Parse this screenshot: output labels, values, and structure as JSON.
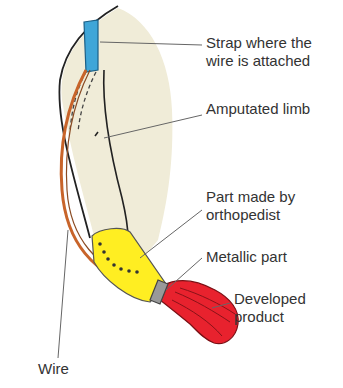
{
  "diagram": {
    "labels": [
      "Strap where the wire is attached",
      "Amputated limb",
      "Part made by orthopedist",
      "Metallic part",
      "Developed product",
      "Wire"
    ]
  }
}
